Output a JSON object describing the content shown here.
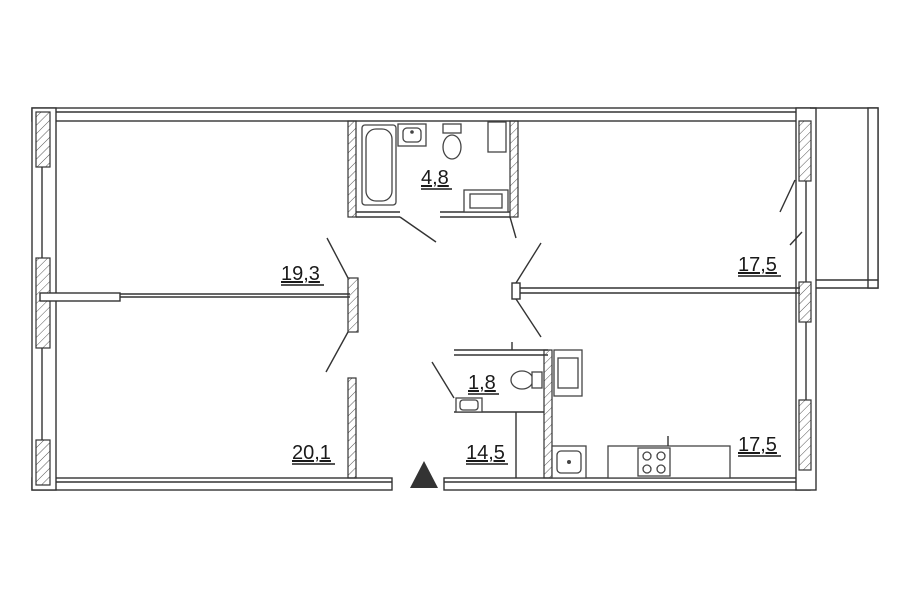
{
  "plan": {
    "rooms": [
      {
        "id": "room-living-top-left",
        "area": "19,3"
      },
      {
        "id": "room-bottom-left",
        "area": "20,1"
      },
      {
        "id": "room-bathroom",
        "area": "4,8"
      },
      {
        "id": "room-toilet",
        "area": "1,8"
      },
      {
        "id": "room-hall",
        "area": "14,5"
      },
      {
        "id": "room-top-right",
        "area": "17,5"
      },
      {
        "id": "room-kitchen",
        "area": "17,5"
      }
    ],
    "colors": {
      "wall": "#333333",
      "background": "#ffffff",
      "entrance_marker": "#333333"
    },
    "icons": [
      "bathtub-icon",
      "sink-icon",
      "toilet-icon",
      "washing-machine-icon",
      "stove-icon",
      "entrance-triangle-icon"
    ]
  }
}
